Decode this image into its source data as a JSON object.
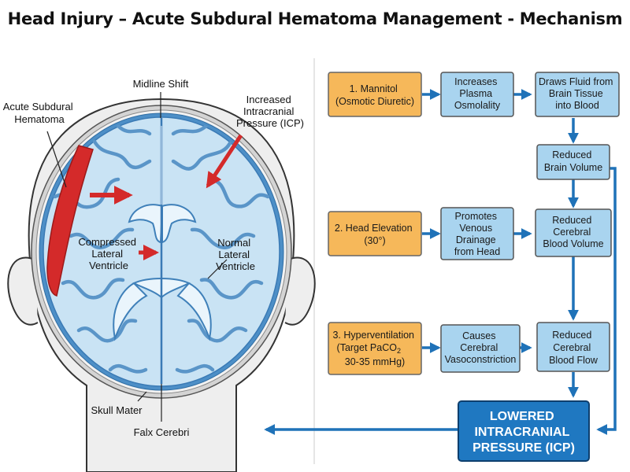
{
  "title": "Head Injury – Acute Subdural Hematoma Management - Mechanism",
  "colors": {
    "treatment_box": "#f6b85a",
    "effect_box": "#a9d4ef",
    "result_box": "#1f78c1",
    "flow_arrow": "#1f72b8",
    "hematoma": "#d42a2a",
    "brain": "#c9e3f4",
    "skin": "#eeeeee"
  },
  "brain_labels": {
    "midline_shift": "Midline Shift",
    "hematoma": [
      "Acute Subdural",
      "Hematoma"
    ],
    "icp": [
      "Increased",
      "Intracranial",
      "Pressure (ICP)"
    ],
    "compressed": [
      "Compressed",
      "Lateral",
      "Ventricle"
    ],
    "normal": [
      "Normal",
      "Lateral",
      "Ventricle"
    ],
    "skull": "Skull Mater",
    "falx": "Falx Cerebri"
  },
  "flow": {
    "treatments": [
      [
        "1. Mannitol",
        "(Osmotic Diuretic)"
      ],
      [
        "2. Head Elevation",
        "(30°)"
      ],
      [
        "3. Hyperventilation",
        "(Target PaCO",
        "2",
        "30-35 mmHg)"
      ]
    ],
    "mechanisms": [
      [
        "Increases",
        "Plasma",
        "Osmolality"
      ],
      [
        "Promotes",
        "Venous",
        "Drainage",
        "from Head"
      ],
      [
        "Causes",
        "Cerebral",
        "Vasoconstriction"
      ]
    ],
    "draws_fluid": [
      "Draws Fluid from",
      "Brain Tissue",
      "into Blood"
    ],
    "effects": [
      [
        "Reduced",
        "Brain Volume"
      ],
      [
        "Reduced",
        "Cerebral",
        "Blood Volume"
      ],
      [
        "Reduced",
        "Cerebral",
        "Blood Flow"
      ]
    ],
    "result": [
      "LOWERED",
      "INTRACRANIAL",
      "PRESSURE (ICP)"
    ]
  }
}
